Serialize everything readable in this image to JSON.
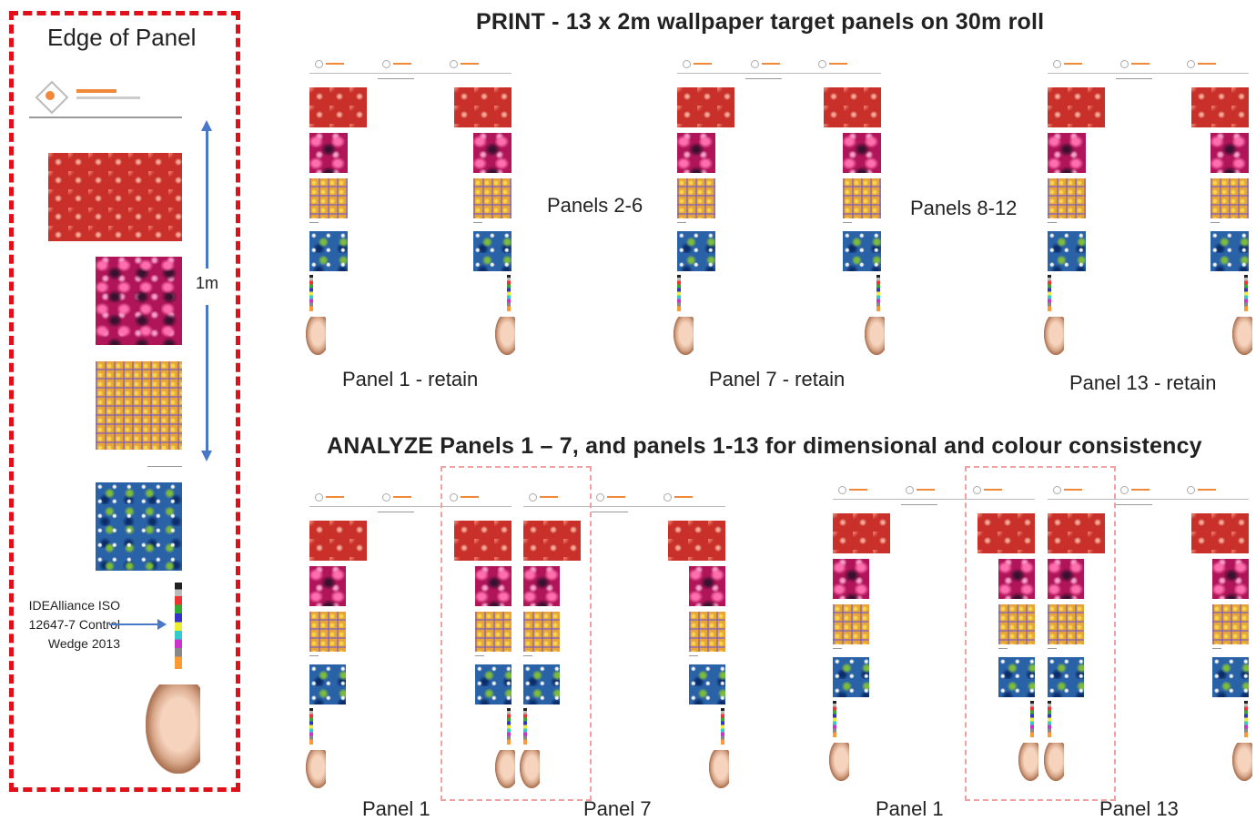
{
  "edge": {
    "heading": "Edge of Panel",
    "scale_label": "1m",
    "control_label": [
      "IDEAlliance ISO",
      "12647-7 Control",
      "Wedge 2013"
    ]
  },
  "print": {
    "title": "PRINT - 13 x 2m wallpaper target panels on 30m roll",
    "panel1_label": "Panel 1 - retain",
    "panel7_label": "Panel 7 - retain",
    "panel13_label": "Panel 13 - retain",
    "gap1_label": "Panels 2-6",
    "gap2_label": "Panels 8-12"
  },
  "analyze": {
    "title": "ANALYZE Panels 1 – 7, and panels 1-13 for dimensional and colour consistency",
    "left_panel_a": "Panel 1",
    "left_panel_b": "Panel 7",
    "right_panel_a": "Panel 1",
    "right_panel_b": "Panel 13"
  },
  "colors": {
    "edge_frame": "#e0101a",
    "analysis_box": "#f0a0a0",
    "arrow": "#4a78c8"
  }
}
